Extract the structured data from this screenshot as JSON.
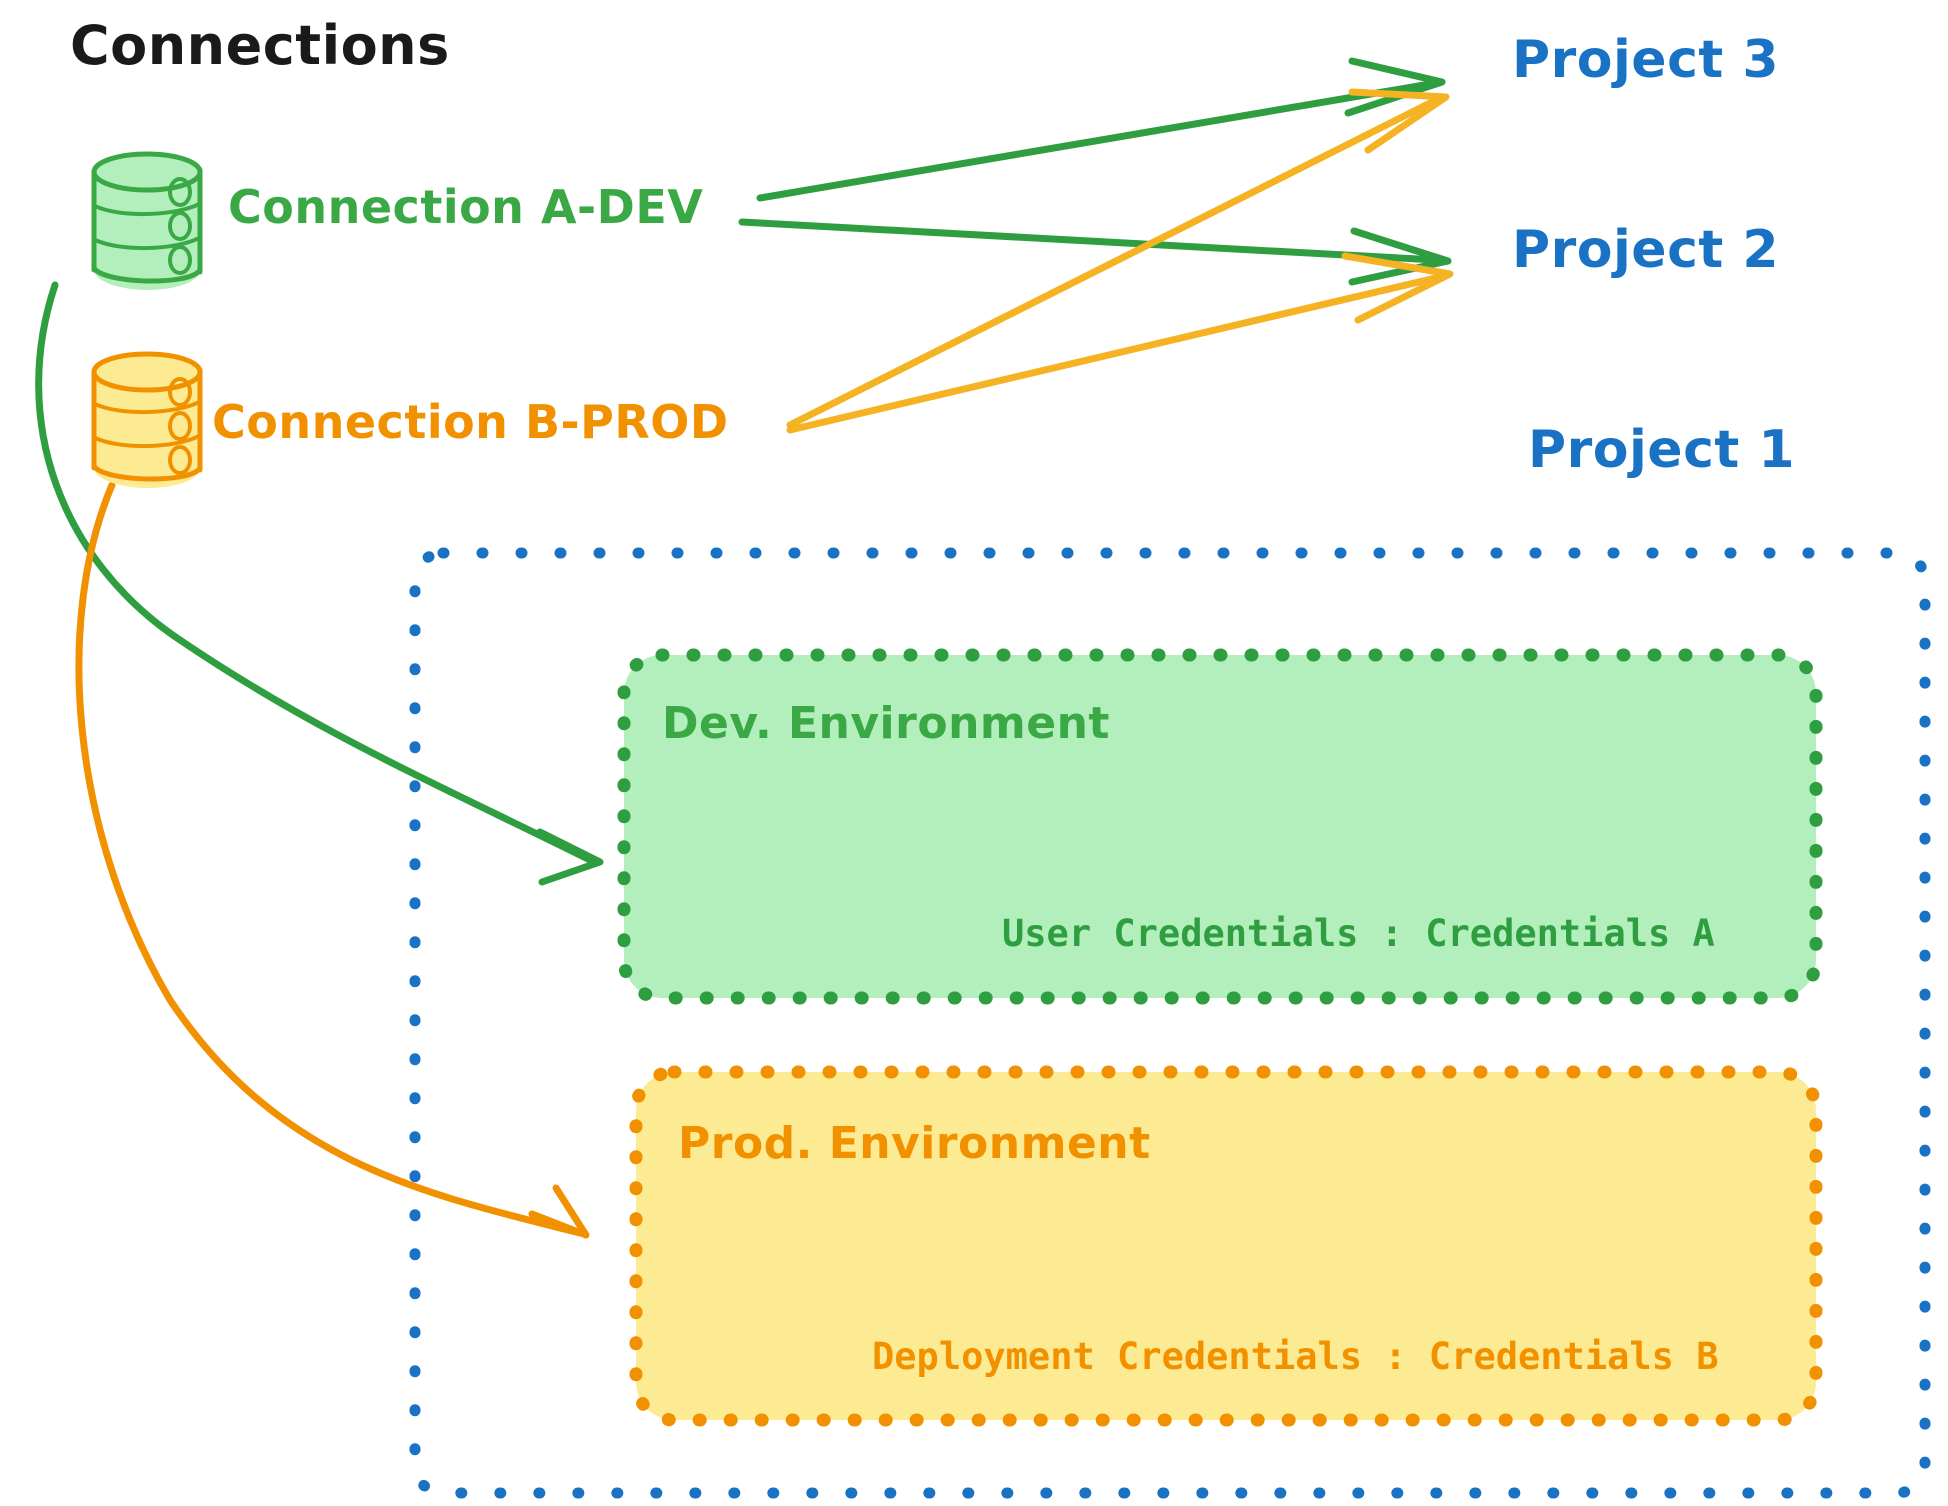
{
  "title": "Connections",
  "colors": {
    "green_stroke": "#3aa845",
    "green_fill": "#b3efbc",
    "green_dark": "#2e9e41",
    "orange_stroke": "#f29100",
    "orange_fill": "#fdeb93",
    "blue": "#1a72c4",
    "black": "#1a1a1a"
  },
  "connections": [
    {
      "id": "a-dev",
      "label": "Connection A-DEV",
      "color": "#3aa845",
      "icon": "database-icon"
    },
    {
      "id": "b-prod",
      "label": "Connection B-PROD",
      "color": "#f29100",
      "icon": "database-icon"
    }
  ],
  "projects": [
    {
      "id": "project-3",
      "label": "Project 3"
    },
    {
      "id": "project-2",
      "label": "Project 2"
    },
    {
      "id": "project-1",
      "label": "Project 1"
    }
  ],
  "project_1": {
    "label": "Project 1",
    "environments": [
      {
        "id": "dev",
        "title": "Dev. Environment",
        "credentials_label": "User Credentials",
        "credentials_separator": ":",
        "credentials_value": "Credentials A",
        "credentials_text": "User Credentials : Credentials A",
        "color": "#3aa845",
        "fill": "#b3efbc"
      },
      {
        "id": "prod",
        "title": "Prod. Environment",
        "credentials_label": "Deployment Credentials",
        "credentials_separator": ":",
        "credentials_value": "Credentials B",
        "credentials_text": "Deployment Credentials : Credentials B",
        "color": "#f29100",
        "fill": "#fdeb93"
      }
    ]
  },
  "edges": [
    {
      "id": "a-dev-to-project-3",
      "from": "Connection A-DEV",
      "to": "Project 3",
      "color": "#2e9e41"
    },
    {
      "id": "a-dev-to-project-2",
      "from": "Connection A-DEV",
      "to": "Project 2",
      "color": "#2e9e41"
    },
    {
      "id": "a-dev-to-dev-environment",
      "from": "Connection A-DEV",
      "to": "Dev. Environment",
      "color": "#2e9e41"
    },
    {
      "id": "b-prod-to-project-3",
      "from": "Connection B-PROD",
      "to": "Project 3",
      "color": "#f5b223"
    },
    {
      "id": "b-prod-to-project-2",
      "from": "Connection B-PROD",
      "to": "Project 2",
      "color": "#f5b223"
    },
    {
      "id": "b-prod-to-prod-environment",
      "from": "Connection B-PROD",
      "to": "Prod. Environment",
      "color": "#f29100"
    }
  ]
}
